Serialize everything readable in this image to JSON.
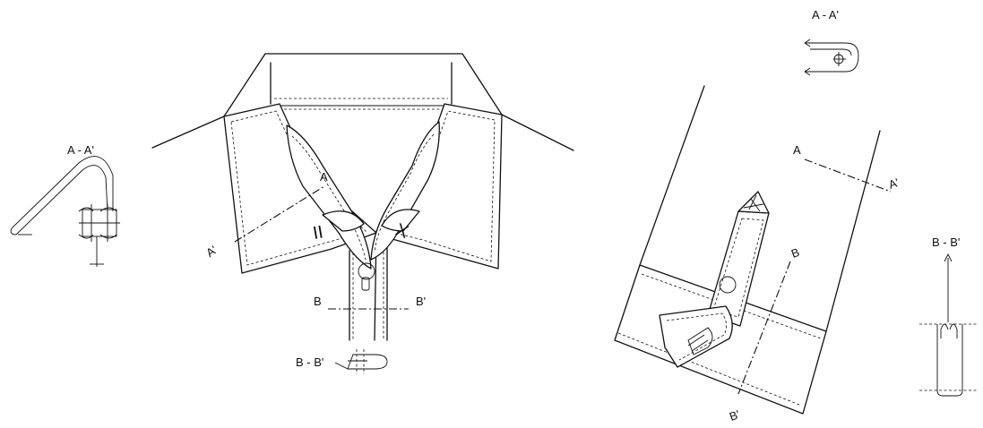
{
  "collar": {
    "section_title": "A - A'",
    "cut_line": {
      "start_label": "A",
      "end_label": "A'"
    },
    "mark_left": "II",
    "mark_right": "X",
    "section_b_line": {
      "start_label": "B",
      "end_label": "B'"
    },
    "section_b_title": "B - B'"
  },
  "cuff": {
    "section_a_title": "A - A'",
    "cut_line_a": {
      "start_label": "A",
      "end_label": "A'"
    },
    "cut_line_b": {
      "start_label": "B",
      "end_label": "B'"
    },
    "section_b_title": "B - B'"
  },
  "colors": {
    "ink": "#111111",
    "background": "#ffffff"
  }
}
